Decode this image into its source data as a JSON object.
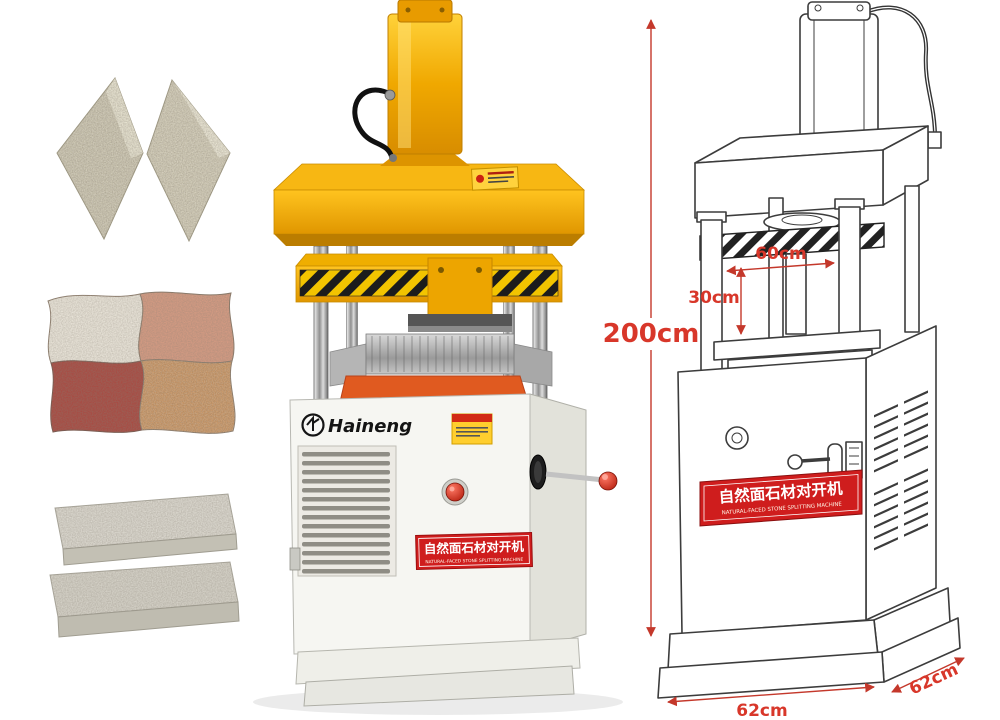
{
  "background": "#ffffff",
  "machine_photo": {
    "brand": "Haineng",
    "banner": {
      "cn": "自然面石材对开机",
      "en": "NATURAL-FACED STONE SPLITTING MACHINE"
    }
  },
  "drawing": {
    "dim_color": "#d8372a",
    "dimensions": {
      "height": "200cm",
      "opening_width": "60cm",
      "opening_height": "30cm",
      "base_front": "62cm",
      "base_side": "62cm"
    },
    "banner": {
      "cn": "自然面石材对开机",
      "en": "NATURAL-FACED STONE SPLITTING MACHINE"
    }
  },
  "colors": {
    "machine_yellow": "#f5b60e",
    "hazard_black": "#1c1c1c",
    "banner_red": "#cf1d1d",
    "lever_red": "#c01808",
    "body_white": "#f6f6f2",
    "dimension_red": "#d8372a"
  }
}
